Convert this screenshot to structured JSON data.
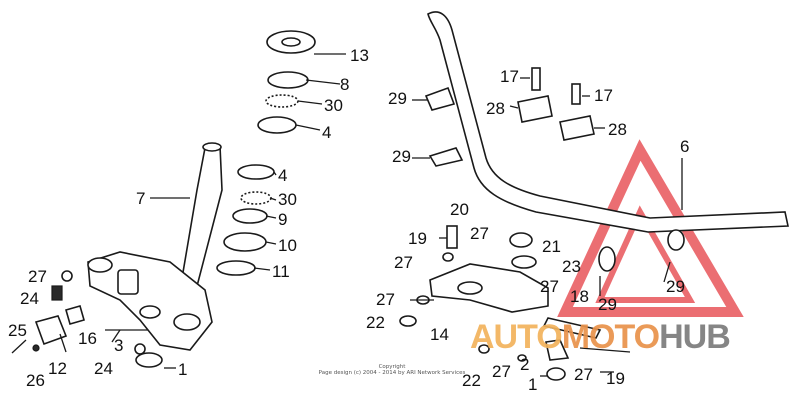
{
  "callouts": [
    {
      "label": "13"
    },
    {
      "label": "8"
    },
    {
      "label": "30"
    },
    {
      "label": "4"
    },
    {
      "label": "7"
    },
    {
      "label": "4"
    },
    {
      "label": "30"
    },
    {
      "label": "9"
    },
    {
      "label": "10"
    },
    {
      "label": "11"
    },
    {
      "label": "27"
    },
    {
      "label": "24"
    },
    {
      "label": "25"
    },
    {
      "label": "26"
    },
    {
      "label": "12"
    },
    {
      "label": "16"
    },
    {
      "label": "3"
    },
    {
      "label": "24"
    },
    {
      "label": "1"
    },
    {
      "label": "29"
    },
    {
      "label": "17"
    },
    {
      "label": "17"
    },
    {
      "label": "28"
    },
    {
      "label": "28"
    },
    {
      "label": "29"
    },
    {
      "label": "6"
    },
    {
      "label": "20"
    },
    {
      "label": "19"
    },
    {
      "label": "27"
    },
    {
      "label": "27"
    },
    {
      "label": "21"
    },
    {
      "label": "23"
    },
    {
      "label": "27"
    },
    {
      "label": "27"
    },
    {
      "label": "22"
    },
    {
      "label": "14"
    },
    {
      "label": "18"
    },
    {
      "label": "29"
    },
    {
      "label": "29"
    },
    {
      "label": "2"
    },
    {
      "label": "22"
    },
    {
      "label": "27"
    },
    {
      "label": "27"
    },
    {
      "label": "19"
    },
    {
      "label": "1"
    }
  ],
  "copyright": {
    "line1": "Copyright",
    "line2": "Page design (c) 2004 - 2014 by ARI Network Services"
  },
  "watermark": {
    "part1": "AUTO",
    "part2": "MOTO",
    "part3": "HUB",
    "colors": {
      "triangle": "#e8555a",
      "auto": "#f2b25c",
      "moto": "#e9924a",
      "hub": "#7b7b7b"
    }
  }
}
